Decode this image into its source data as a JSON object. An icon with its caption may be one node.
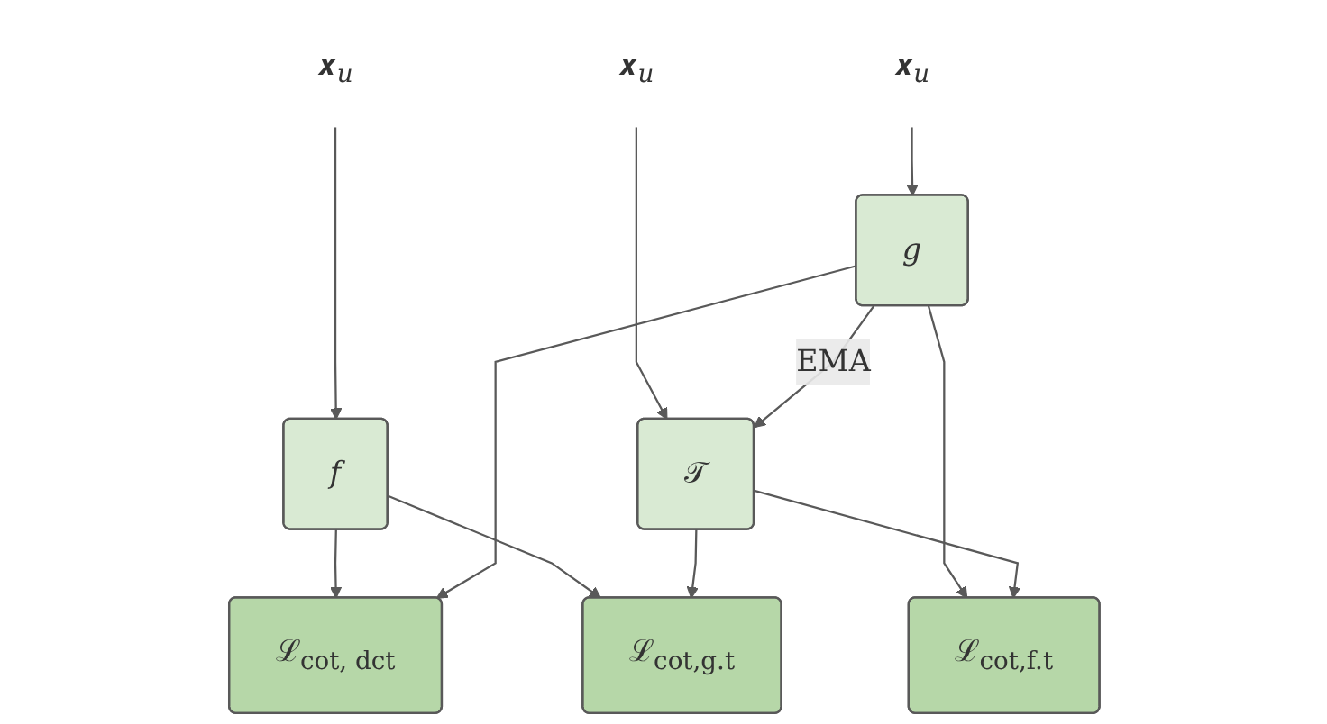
{
  "diagram": {
    "nodes": [
      {
        "text": [
          "𝒙$_{𝑢}$"
        ]
      },
      {
        "text": [
          "𝒙$_{𝑢}$"
        ]
      },
      {
        "text": [
          "𝒙$_{𝑢}$"
        ]
      },
      {
        "text": [
          "𝑓"
        ]
      },
      {
        "text": [
          "𝑔"
        ]
      },
      {
        "text": [
          "𝒯"
        ]
      },
      {
        "text": [
          "ℒ$_{cot, dct}$"
        ]
      },
      {
        "text": [
          "ℒ$_{cot,f.t}$"
        ]
      },
      {
        "text": [
          "ℒ$_{cot,g.t}$"
        ]
      }
    ],
    "edges": [
      {
        "from": 0,
        "to": 3,
        "arrow": "to"
      },
      {
        "from": 1,
        "to": 4,
        "arrow": "to"
      },
      {
        "from": 2,
        "to": 5,
        "arrow": "to"
      },
      {
        "from": 4,
        "to": 5,
        "arrow": "to",
        "label": "EMA"
      },
      {
        "from": 3,
        "to": 6,
        "arrow": "to"
      },
      {
        "from": 4,
        "to": 6,
        "arrow": "to"
      },
      {
        "from": 4,
        "to": 7,
        "arrow": "to"
      },
      {
        "from": 5,
        "to": 7,
        "arrow": "to"
      },
      {
        "from": 3,
        "to": 8,
        "arrow": "to"
      },
      {
        "from": 5,
        "to": 8,
        "arrow": "to"
      }
    ]
  }
}
